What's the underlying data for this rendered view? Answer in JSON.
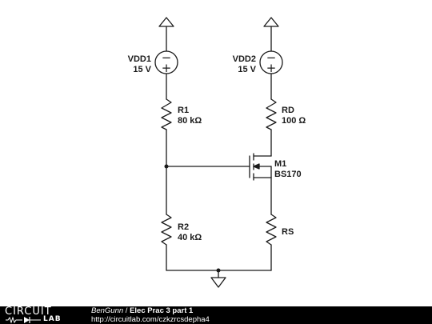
{
  "components": {
    "vdd1": {
      "name": "VDD1",
      "value": "15 V"
    },
    "vdd2": {
      "name": "VDD2",
      "value": "15 V"
    },
    "r1": {
      "name": "R1",
      "value": "80 kΩ"
    },
    "rd": {
      "name": "RD",
      "value": "100 Ω"
    },
    "m1": {
      "name": "M1",
      "value": "BS170"
    },
    "r2": {
      "name": "R2",
      "value": "40 kΩ"
    },
    "rs": {
      "name": "RS"
    }
  },
  "source_signs": {
    "minus": "−",
    "plus": "+"
  },
  "footer": {
    "logo_top": "CIRCUIT",
    "logo_bottom": "LAB",
    "author": "BenGunn",
    "separator": " / ",
    "title": "Elec Prac 3 part 1",
    "url": "http://circuitlab.com/czkzrcsdepha4"
  }
}
